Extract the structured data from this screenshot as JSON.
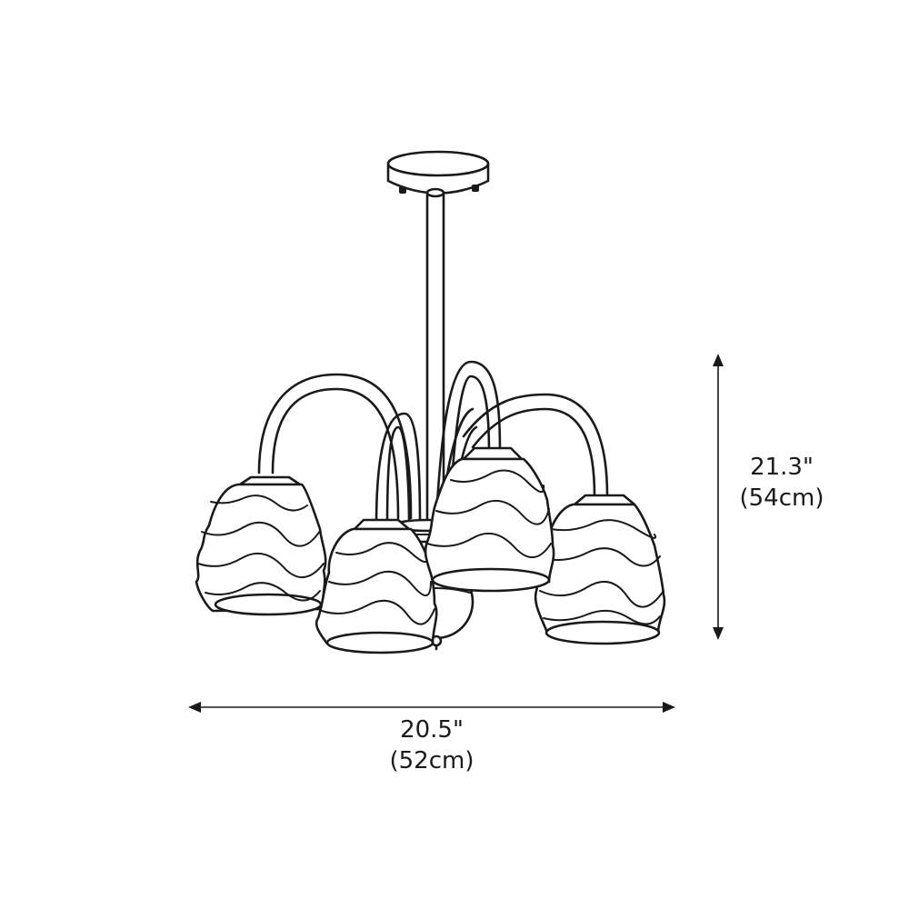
{
  "dimensions": {
    "width": {
      "inches": "20.5\"",
      "cm": "(52cm)"
    },
    "height": {
      "inches": "21.3\"",
      "cm": "(54cm)"
    }
  }
}
